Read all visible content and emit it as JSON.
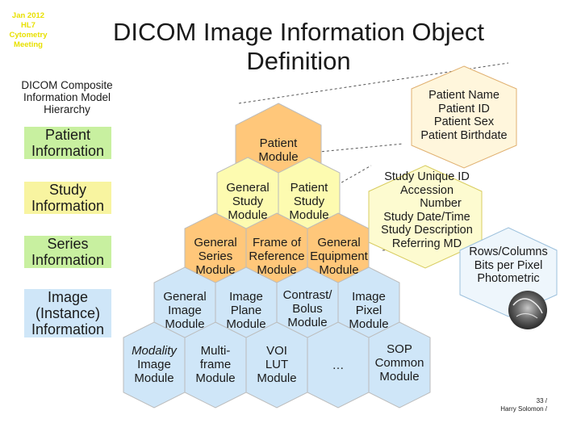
{
  "meeting_label": [
    "Jan 2012",
    "HL7",
    "Cytometry",
    "Meeting"
  ],
  "title_lines": [
    "DICOM Image Information Object",
    "Definition"
  ],
  "hierarchy_heading": [
    "DICOM Composite",
    "Information Model",
    "Hierarchy"
  ],
  "info_boxes": {
    "patient": [
      "Patient",
      "Information"
    ],
    "study": [
      "Study",
      "Information"
    ],
    "series": [
      "Series",
      "Information"
    ],
    "image": [
      "Image",
      "(Instance)",
      "Information"
    ]
  },
  "modules": {
    "patient_module": [
      "Patient",
      "Module"
    ],
    "general_study": [
      "General",
      "Study",
      "Module"
    ],
    "patient_study": [
      "Patient",
      "Study",
      "Module"
    ],
    "general_series": [
      "General",
      "Series",
      "Module"
    ],
    "frame_of_reference": [
      "Frame of",
      "Reference",
      "Module"
    ],
    "general_equipment": [
      "General",
      "Equipment",
      "Module"
    ],
    "general_image": [
      "General",
      "Image",
      "Module"
    ],
    "image_plane": [
      "Image",
      "Plane",
      "Module"
    ],
    "contrast_bolus": [
      "Contrast/",
      "Bolus",
      "Module"
    ],
    "image_pixel": [
      "Image",
      "Pixel",
      "Module"
    ],
    "modality_image": [
      "Modality",
      "Image",
      "Module"
    ],
    "multi_frame": [
      "Multi-",
      "frame",
      "Module"
    ],
    "voi_lut": [
      "VOI",
      "LUT",
      "Module"
    ],
    "ellipsis": "…",
    "sop_common": [
      "SOP",
      "Common",
      "Module"
    ]
  },
  "patient_attributes": [
    "Patient Name",
    "Patient ID",
    "Patient Sex",
    "Patient Birthdate"
  ],
  "study_attributes": [
    "Study Unique ID",
    "Accession",
    "Number",
    "Study Date/Time",
    "Study Description",
    "Referring MD"
  ],
  "pixel_attributes": [
    "Rows/Columns",
    "Bits per Pixel",
    "Photometric"
  ],
  "footer": [
    "33 /",
    "Harry Solomon /"
  ],
  "colors": {
    "orange": "#ffc77a",
    "yellow": "#fdfbb0",
    "blue": "#cfe6f8",
    "info_green": "#c8f0a0",
    "meeting_text": "#e8e000"
  }
}
